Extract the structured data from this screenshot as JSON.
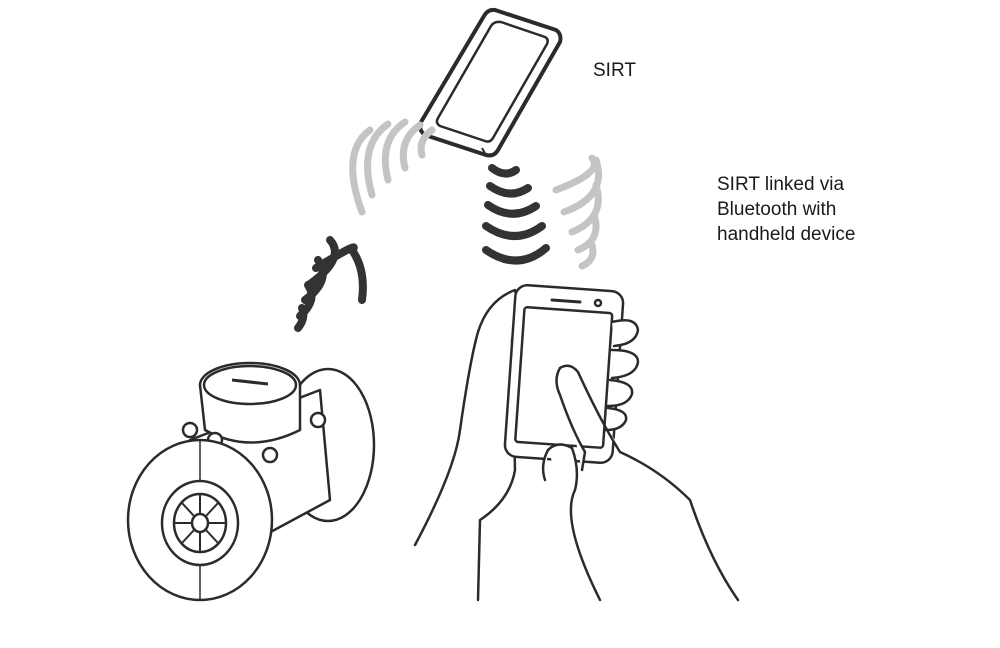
{
  "labels": {
    "device": "SIRT",
    "link_line1": "SIRT linked via",
    "link_line2": "Bluetooth with",
    "link_line3": "handheld device"
  },
  "colors": {
    "line": "#2b2b2b",
    "wave_dark": "#333333",
    "wave_light": "#c4c4c4"
  }
}
